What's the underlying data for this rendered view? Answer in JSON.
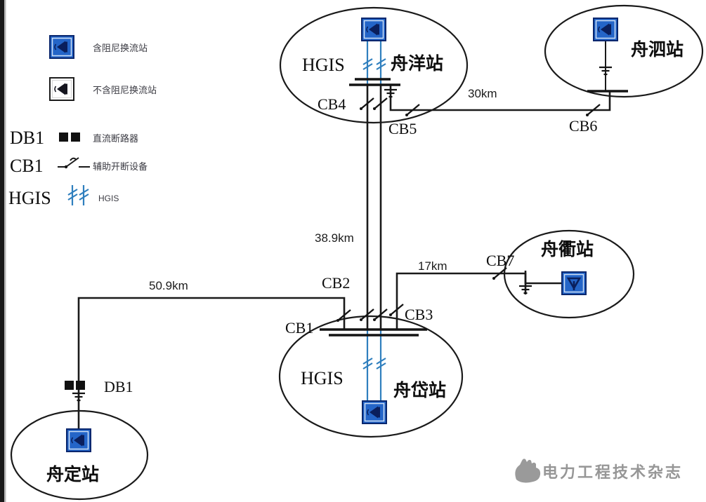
{
  "legend": {
    "items": [
      {
        "label": "含阻尼换流站"
      },
      {
        "label": "不含阻尼换流站"
      },
      {
        "key": "DB1",
        "label": "直流断路器"
      },
      {
        "key": "CB1",
        "label": "辅助开断设备"
      },
      {
        "key": "HGIS",
        "label": "HGIS"
      }
    ]
  },
  "stations": {
    "zhouyang": {
      "name": "舟洋站",
      "device": "HGIS"
    },
    "zhousi": {
      "name": "舟泗站"
    },
    "zhouqu": {
      "name": "舟衢站"
    },
    "zhoudai": {
      "name": "舟岱站",
      "device": "HGIS"
    },
    "zhouding": {
      "name": "舟定站"
    }
  },
  "breakers": {
    "cb1": "CB1",
    "cb2": "CB2",
    "cb3": "CB3",
    "cb4": "CB4",
    "cb5": "CB5",
    "cb6": "CB6",
    "cb7": "CB7",
    "db1": "DB1"
  },
  "distances": {
    "yang_si": "30km",
    "yang_dai": "38.9km",
    "dai_qu": "17km",
    "dai_ding": "50.9km"
  },
  "watermark": {
    "text": "电力工程技术杂志"
  },
  "colors": {
    "station_blue": "#2465c8",
    "station_navy": "#09276e",
    "hgis_blue": "#2f7fbe",
    "line_black": "#1a1a1a",
    "watermark_gray": "#969696"
  }
}
